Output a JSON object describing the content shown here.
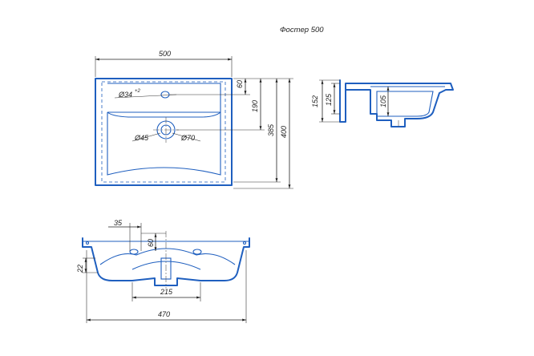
{
  "title": "Фостер 500",
  "top_view": {
    "width_label": "500",
    "tap_hole_label": "Ø34",
    "tap_hole_tolerance": "+2",
    "drain_inner_label": "Ø45",
    "drain_outer_label": "Ø70",
    "dim_60": "60",
    "dim_190": "190",
    "dim_385": "385",
    "dim_400": "400"
  },
  "side_view": {
    "dim_152": "152",
    "dim_125": "125",
    "dim_105": "105"
  },
  "front_view": {
    "dim_35": "35",
    "dim_60": "60",
    "dim_22": "22",
    "dim_215": "215",
    "dim_470": "470"
  }
}
